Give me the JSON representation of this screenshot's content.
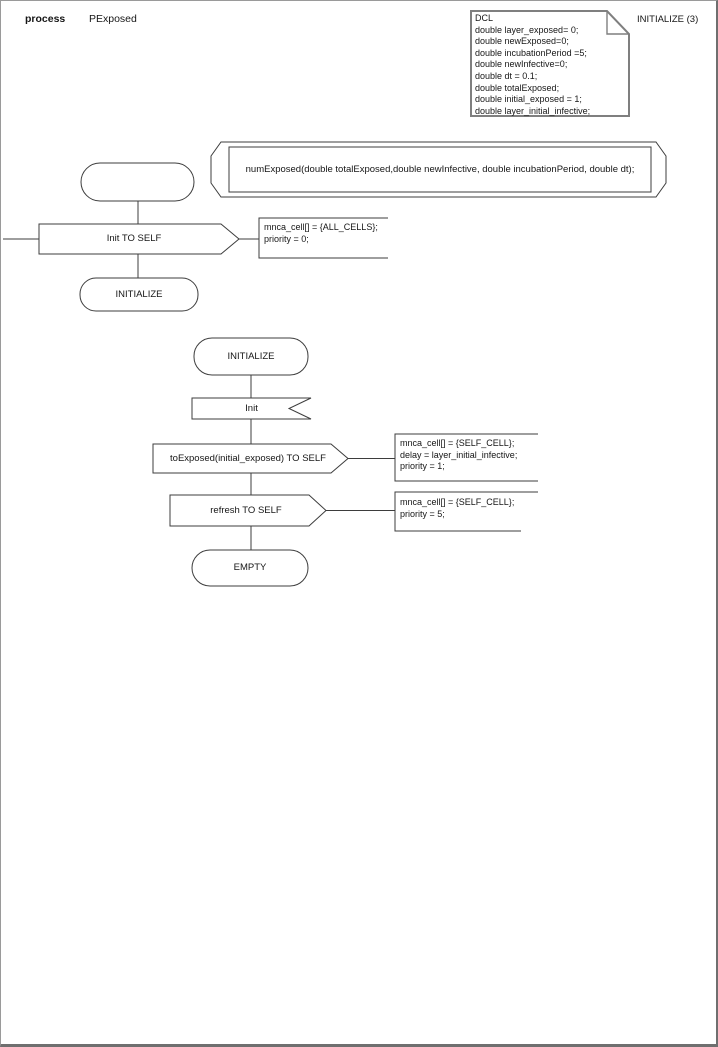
{
  "header": {
    "kind_label": "process",
    "process_name": "PExposed"
  },
  "declaration_note": {
    "lines": [
      "DCL",
      "double layer_exposed= 0;",
      "double newExposed=0;",
      "double incubationPeriod =5;",
      "double newInfective=0;",
      "double dt = 0.1;",
      "double totalExposed;",
      "double initial_exposed = 1;",
      "double layer_initial_infective;"
    ],
    "side_label": "INITIALIZE (3)"
  },
  "procedure_signature": {
    "text": "numExposed(double totalExposed,double newInfective, double incubationPeriod, double dt);"
  },
  "flow_start": {
    "output_init": {
      "label": "Init TO SELF"
    },
    "comment_init": {
      "lines": [
        "mnca_cell[] = {ALL_CELLS};",
        "priority = 0;"
      ]
    },
    "state_initialize": {
      "label": "INITIALIZE"
    }
  },
  "flow_initialize": {
    "state_initialize": {
      "label": "INITIALIZE"
    },
    "input_init": {
      "label": "Init"
    },
    "output_toexposed": {
      "label": "toExposed(initial_exposed) TO SELF"
    },
    "comment_toexposed": {
      "lines": [
        "mnca_cell[] = {SELF_CELL};",
        "delay = layer_initial_infective;",
        "priority = 1;"
      ]
    },
    "output_refresh": {
      "label": "refresh TO SELF"
    },
    "comment_refresh": {
      "lines": [
        "mnca_cell[] = {SELF_CELL};",
        "priority = 5;"
      ]
    },
    "state_empty": {
      "label": "EMPTY"
    }
  },
  "colors": {
    "shape_stroke": "#3d3d3d",
    "note_stroke": "#7f7f7f",
    "page_border": "#6f6f6f",
    "background": "#ffffff"
  }
}
